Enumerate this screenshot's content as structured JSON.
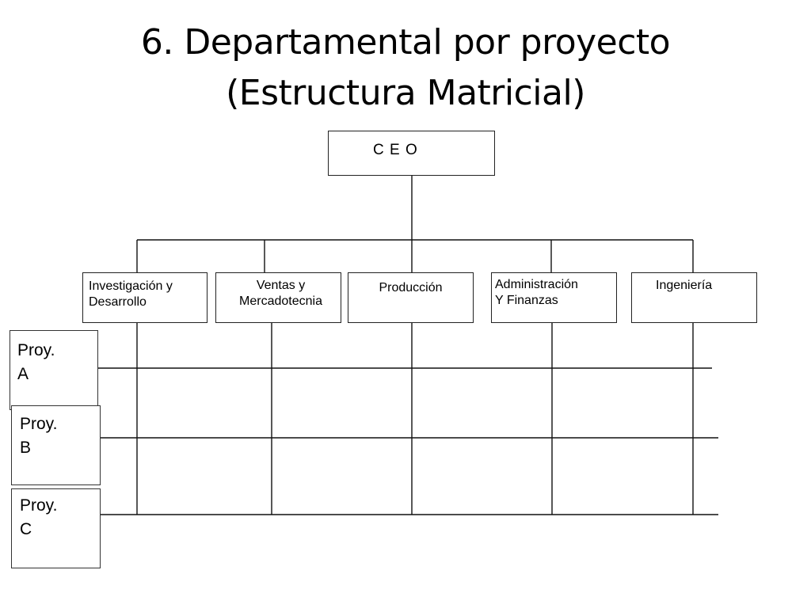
{
  "title": {
    "line1": "6. Departamental por proyecto",
    "line2": "(Estructura Matricial)"
  },
  "ceo": {
    "label": "C E O"
  },
  "departments": [
    {
      "line1": "Investigación y",
      "line2": "Desarrollo"
    },
    {
      "line1": "Ventas y",
      "line2": "Mercadotecnia"
    },
    {
      "line1": "Producción",
      "line2": ""
    },
    {
      "line1": "Administración",
      "line2": "Y Finanzas"
    },
    {
      "line1": "Ingeniería",
      "line2": ""
    }
  ],
  "projects": [
    {
      "line1": "Proy.",
      "line2": "A"
    },
    {
      "line1": "Proy.",
      "line2": "B"
    },
    {
      "line1": "Proy.",
      "line2": "C"
    }
  ]
}
